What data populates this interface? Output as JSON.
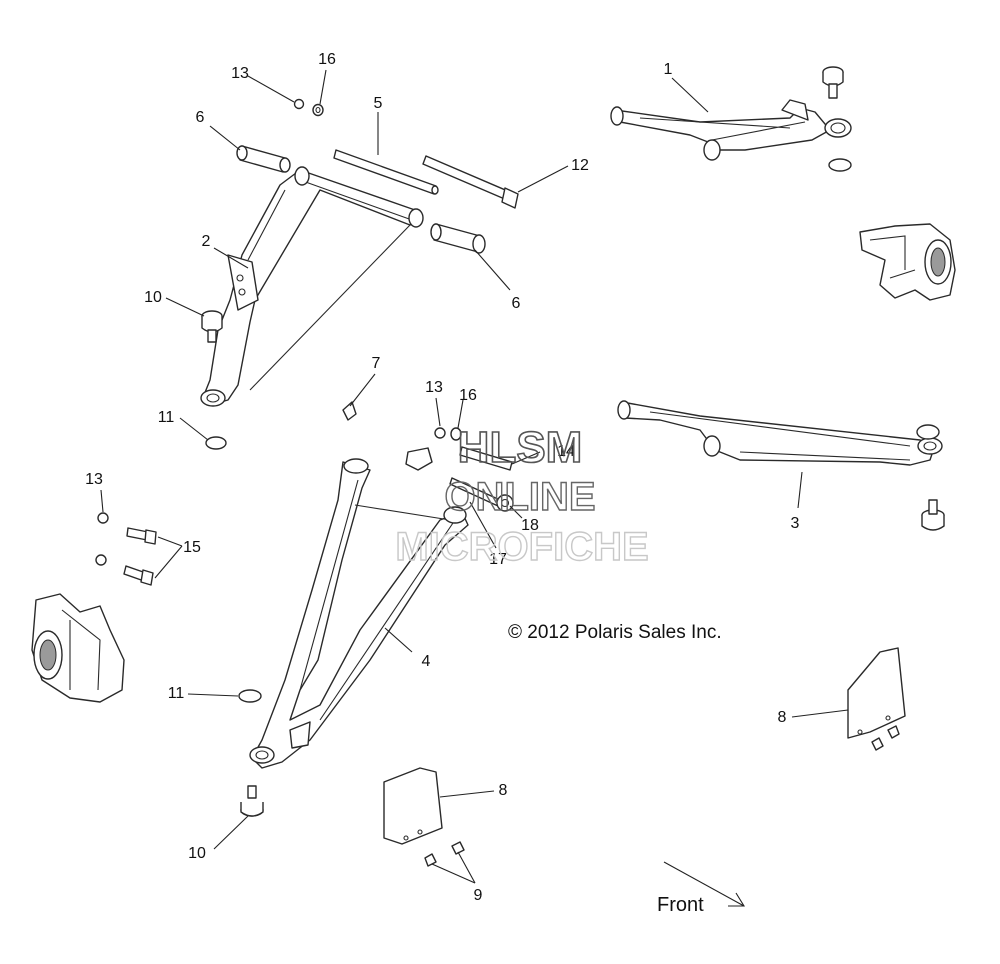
{
  "callouts": {
    "c1": "1",
    "c2": "2",
    "c3": "3",
    "c4": "4",
    "c5": "5",
    "c6a": "6",
    "c6b": "6",
    "c7": "7",
    "c8a": "8",
    "c8b": "8",
    "c9": "9",
    "c10a": "10",
    "c10b": "10",
    "c11a": "11",
    "c11b": "11",
    "c12": "12",
    "c13a": "13",
    "c13b": "13",
    "c13c": "13",
    "c14": "14",
    "c15": "15",
    "c16a": "16",
    "c16b": "16",
    "c17": "17",
    "c18": "18"
  },
  "copyright": "© 2012 Polaris Sales Inc.",
  "front_label": "Front",
  "watermark": {
    "line1": "HLSM",
    "line2": "ONLINE",
    "line3": "MICROFICHE"
  }
}
